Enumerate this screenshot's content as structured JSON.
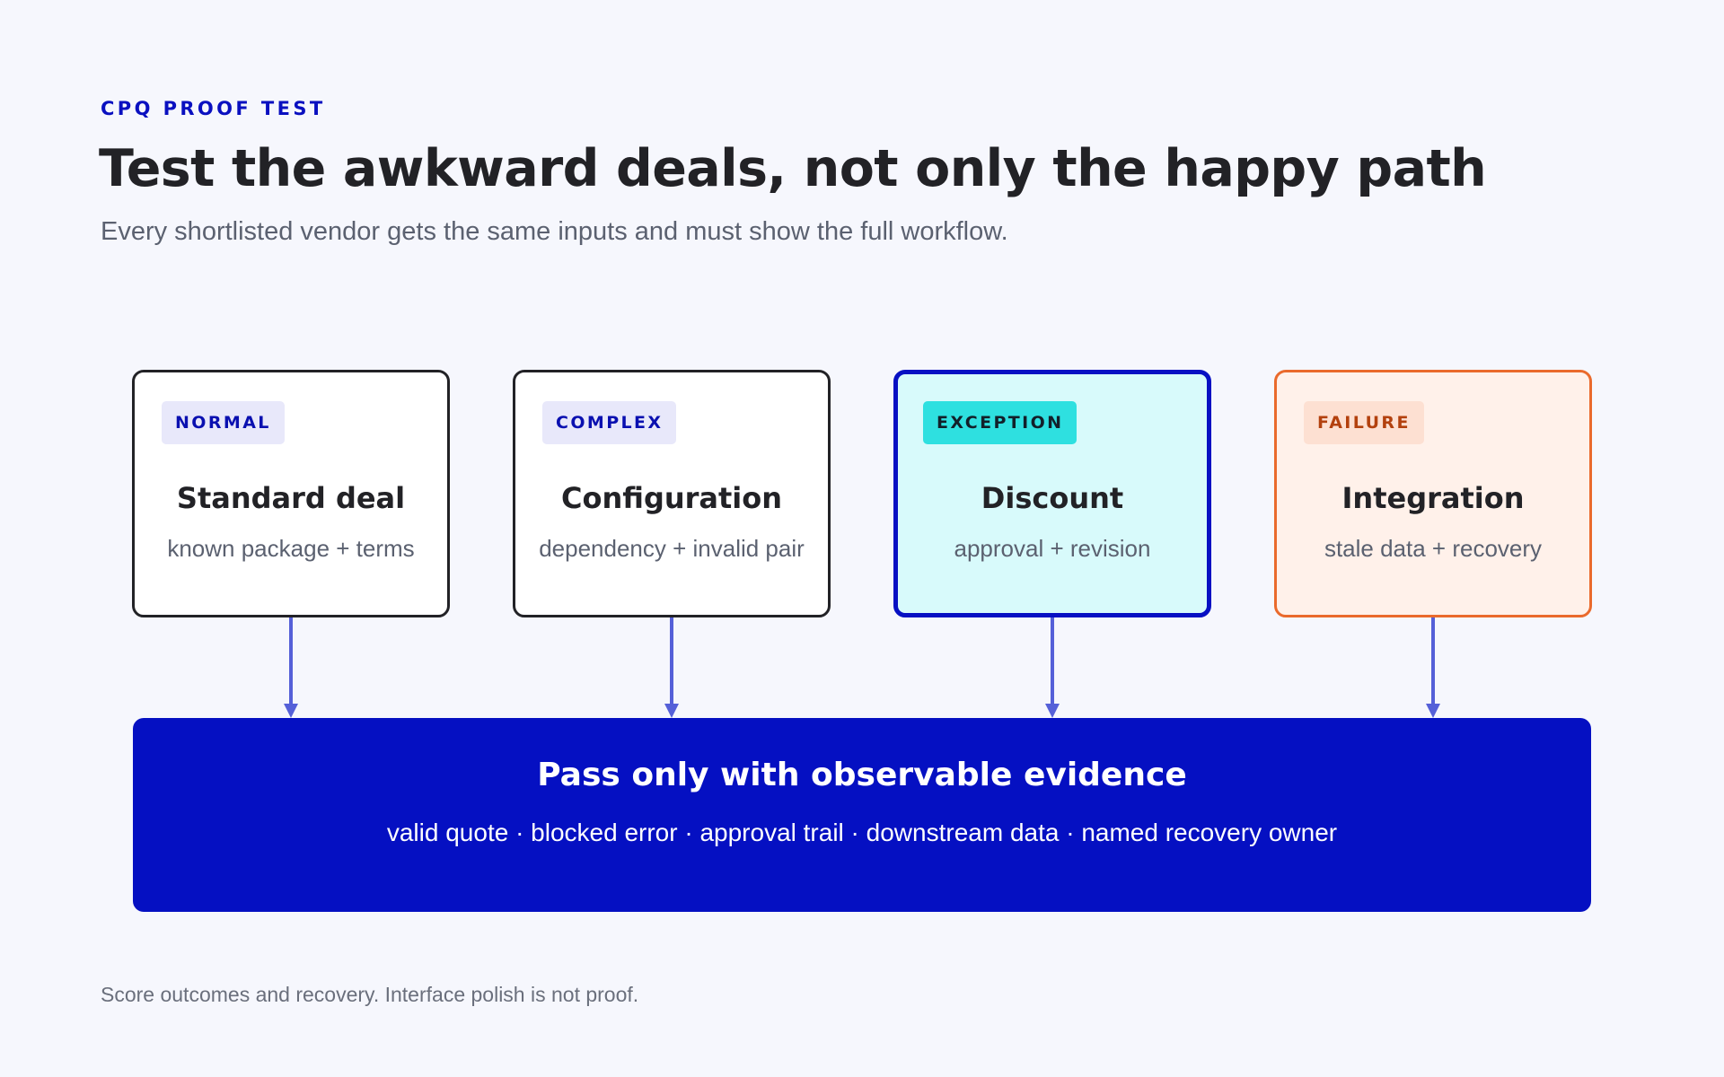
{
  "header": {
    "eyebrow": "CPQ PROOF TEST",
    "title": "Test the awkward deals, not only the happy path",
    "subtitle": "Every shortlisted vendor gets the same inputs and must show the full workflow."
  },
  "cards": [
    {
      "tag": "NORMAL",
      "title": "Standard deal",
      "subtitle": "known package + terms"
    },
    {
      "tag": "COMPLEX",
      "title": "Configuration",
      "subtitle": "dependency + invalid pair"
    },
    {
      "tag": "EXCEPTION",
      "title": "Discount",
      "subtitle": "approval + revision"
    },
    {
      "tag": "FAILURE",
      "title": "Integration",
      "subtitle": "stale data + recovery"
    }
  ],
  "result": {
    "title": "Pass only with observable evidence",
    "subtitle": "valid quote · blocked error · approval trail · downstream data · named recovery owner"
  },
  "footer": {
    "note": "Score outcomes and recovery. Interface polish is not proof."
  },
  "colors": {
    "background": "#f6f7fd",
    "brand_blue": "#0510c2",
    "connector": "#5560d8",
    "exception_fill": "#d8fafb",
    "exception_badge": "#2ee0e0",
    "failure_border": "#ea6a2c",
    "failure_fill": "#fff1ea",
    "text_dark": "#222226",
    "text_muted": "#5b6170"
  }
}
